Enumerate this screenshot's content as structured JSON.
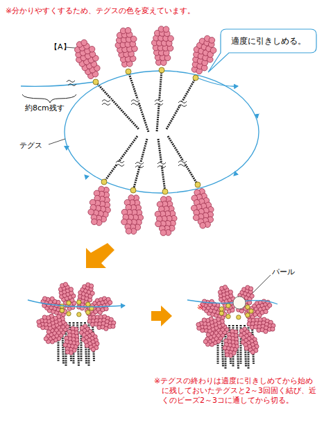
{
  "diagram": {
    "nodes": [
      {
        "text": [
          "適度に引きしめる。"
        ]
      }
    ],
    "labels": [
      "※分かりやすくするため、テグスの色を変えています。",
      "【A】",
      "約8cm残す",
      "テグス",
      "パール",
      "※",
      "※テグスの終わりは適度に引きしめてから始めに残しておいたテグスと2～3回固く結び、近くのビーズ2～3コに通してから切る。"
    ]
  }
}
